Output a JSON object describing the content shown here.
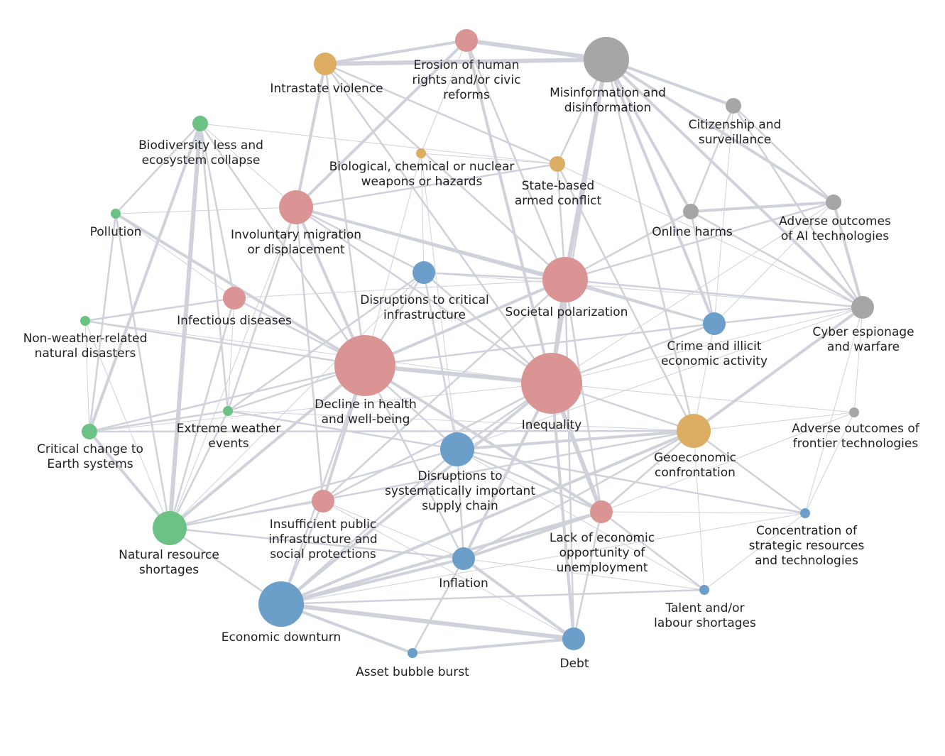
{
  "colors": {
    "societal": "#d99493",
    "geopolitical": "#dcad63",
    "technological": "#a6a6a6",
    "environmental": "#6cc284",
    "economic": "#6b9ec9",
    "edge": "#cfd1db"
  },
  "nodes": [
    {
      "id": "erosion",
      "lines": [
        "Erosion of human",
        "rights and/or civic",
        "reforms"
      ],
      "category": "societal",
      "size": 2
    },
    {
      "id": "intrastate",
      "lines": [
        "Intrastate violence"
      ],
      "category": "geopolitical",
      "size": 2
    },
    {
      "id": "misinfo",
      "lines": [
        "Misinformation and",
        "disinformation"
      ],
      "category": "technological",
      "size": 4
    },
    {
      "id": "citizenship",
      "lines": [
        "Citizenship and",
        "surveillance"
      ],
      "category": "technological",
      "size": 1
    },
    {
      "id": "biodiversity",
      "lines": [
        "Biodiversity less and",
        "ecosystem collapse"
      ],
      "category": "environmental",
      "size": 1
    },
    {
      "id": "bio_weapons",
      "lines": [
        "Biological, chemical or nuclear",
        "weapons or hazards"
      ],
      "category": "geopolitical",
      "size": 0
    },
    {
      "id": "state_conflict",
      "lines": [
        "State-based",
        "armed conflict"
      ],
      "category": "geopolitical",
      "size": 1
    },
    {
      "id": "pollution",
      "lines": [
        "Pollution"
      ],
      "category": "environmental",
      "size": 0
    },
    {
      "id": "migration",
      "lines": [
        "Involuntary migration",
        "or displacement"
      ],
      "category": "societal",
      "size": 3
    },
    {
      "id": "online_harms",
      "lines": [
        "Online harms"
      ],
      "category": "technological",
      "size": 1
    },
    {
      "id": "ai_outcomes",
      "lines": [
        "Adverse outcomes",
        "of AI technologies"
      ],
      "category": "technological",
      "size": 1
    },
    {
      "id": "infrastructure",
      "lines": [
        "Disruptions to critical",
        "infrastructure"
      ],
      "category": "economic",
      "size": 2
    },
    {
      "id": "polarization",
      "lines": [
        "Societal polarization"
      ],
      "category": "societal",
      "size": 4
    },
    {
      "id": "infectious",
      "lines": [
        "Infectious diseases"
      ],
      "category": "societal",
      "size": 2
    },
    {
      "id": "non_weather",
      "lines": [
        "Non-weather-related",
        "natural disasters"
      ],
      "category": "environmental",
      "size": 0
    },
    {
      "id": "crime",
      "lines": [
        "Crime and illicit",
        "economic activity"
      ],
      "category": "economic",
      "size": 2
    },
    {
      "id": "cyber",
      "lines": [
        "Cyber espionage",
        "and warfare"
      ],
      "category": "technological",
      "size": 2
    },
    {
      "id": "health",
      "lines": [
        "Decline in health",
        "and well-being"
      ],
      "category": "societal",
      "size": 5
    },
    {
      "id": "inequality",
      "lines": [
        "Inequality"
      ],
      "category": "societal",
      "size": 5
    },
    {
      "id": "extreme_weather",
      "lines": [
        "Extreme weather",
        "events"
      ],
      "category": "environmental",
      "size": 0
    },
    {
      "id": "earth_systems",
      "lines": [
        "Critical change to",
        "Earth systems"
      ],
      "category": "environmental",
      "size": 1
    },
    {
      "id": "geoeconomic",
      "lines": [
        "Geoeconomic",
        "confrontation"
      ],
      "category": "geopolitical",
      "size": 3
    },
    {
      "id": "frontier",
      "lines": [
        "Adverse outcomes of",
        "frontier technologies"
      ],
      "category": "technological",
      "size": 0
    },
    {
      "id": "supply_chain",
      "lines": [
        "Disruptions to",
        "systematically important",
        "supply chain"
      ],
      "category": "economic",
      "size": 3
    },
    {
      "id": "public_infra",
      "lines": [
        "Insufficient public",
        "infrastructure and",
        "social protections"
      ],
      "category": "societal",
      "size": 2
    },
    {
      "id": "economic_opp",
      "lines": [
        "Lack of economic",
        "opportunity of",
        "unemployment"
      ],
      "category": "societal",
      "size": 2
    },
    {
      "id": "natural_resource",
      "lines": [
        "Natural resource",
        "shortages"
      ],
      "category": "environmental",
      "size": 3
    },
    {
      "id": "concentration",
      "lines": [
        "Concentration of",
        "strategic resources",
        "and technologies"
      ],
      "category": "economic",
      "size": 0
    },
    {
      "id": "inflation",
      "lines": [
        "Inflation"
      ],
      "category": "economic",
      "size": 2
    },
    {
      "id": "talent",
      "lines": [
        "Talent and/or",
        "labour shortages"
      ],
      "category": "economic",
      "size": 0
    },
    {
      "id": "downturn",
      "lines": [
        "Economic downturn"
      ],
      "category": "economic",
      "size": 4
    },
    {
      "id": "asset_bubble",
      "lines": [
        "Asset bubble burst"
      ],
      "category": "economic",
      "size": 0
    },
    {
      "id": "debt",
      "lines": [
        "Debt"
      ],
      "category": "economic",
      "size": 2
    }
  ],
  "edges": [
    [
      "misinfo",
      "polarization",
      3
    ],
    [
      "misinfo",
      "erosion",
      3
    ],
    [
      "misinfo",
      "intrastate",
      3
    ],
    [
      "misinfo",
      "citizenship",
      2
    ],
    [
      "misinfo",
      "ai_outcomes",
      2
    ],
    [
      "misinfo",
      "cyber",
      2
    ],
    [
      "misinfo",
      "online_harms",
      2
    ],
    [
      "misinfo",
      "crime",
      2
    ],
    [
      "misinfo",
      "state_conflict",
      1
    ],
    [
      "misinfo",
      "geoeconomic",
      1
    ],
    [
      "misinfo",
      "inequality",
      1
    ],
    [
      "erosion",
      "intrastate",
      2
    ],
    [
      "erosion",
      "inequality",
      2
    ],
    [
      "erosion",
      "migration",
      2
    ],
    [
      "erosion",
      "polarization",
      1
    ],
    [
      "erosion",
      "bio_weapons",
      0
    ],
    [
      "intrastate",
      "migration",
      2
    ],
    [
      "intrastate",
      "state_conflict",
      1
    ],
    [
      "intrastate",
      "health",
      1
    ],
    [
      "intrastate",
      "polarization",
      1
    ],
    [
      "intrastate",
      "inequality",
      1
    ],
    [
      "citizenship",
      "ai_outcomes",
      1
    ],
    [
      "citizenship",
      "cyber",
      1
    ],
    [
      "citizenship",
      "online_harms",
      1
    ],
    [
      "citizenship",
      "crime",
      0
    ],
    [
      "biodiversity",
      "natural_resource",
      3
    ],
    [
      "biodiversity",
      "earth_systems",
      2
    ],
    [
      "biodiversity",
      "pollution",
      1
    ],
    [
      "biodiversity",
      "infectious",
      1
    ],
    [
      "biodiversity",
      "health",
      1
    ],
    [
      "biodiversity",
      "extreme_weather",
      1
    ],
    [
      "biodiversity",
      "state_conflict",
      0
    ],
    [
      "biodiversity",
      "migration",
      0
    ],
    [
      "bio_weapons",
      "state_conflict",
      0
    ],
    [
      "bio_weapons",
      "health",
      0
    ],
    [
      "bio_weapons",
      "infrastructure",
      0
    ],
    [
      "bio_weapons",
      "supply_chain",
      0
    ],
    [
      "state_conflict",
      "migration",
      1
    ],
    [
      "state_conflict",
      "polarization",
      1
    ],
    [
      "state_conflict",
      "geoeconomic",
      1
    ],
    [
      "state_conflict",
      "cyber",
      0
    ],
    [
      "pollution",
      "health",
      2
    ],
    [
      "pollution",
      "natural_resource",
      1
    ],
    [
      "pollution",
      "earth_systems",
      1
    ],
    [
      "pollution",
      "migration",
      0
    ],
    [
      "pollution",
      "infectious",
      0
    ],
    [
      "migration",
      "health",
      2
    ],
    [
      "migration",
      "polarization",
      2
    ],
    [
      "migration",
      "inequality",
      1
    ],
    [
      "migration",
      "infrastructure",
      1
    ],
    [
      "migration",
      "crime",
      1
    ],
    [
      "migration",
      "public_infra",
      1
    ],
    [
      "migration",
      "extreme_weather",
      1
    ],
    [
      "migration",
      "natural_resource",
      0
    ],
    [
      "online_harms",
      "ai_outcomes",
      2
    ],
    [
      "online_harms",
      "polarization",
      1
    ],
    [
      "online_harms",
      "crime",
      1
    ],
    [
      "online_harms",
      "cyber",
      1
    ],
    [
      "ai_outcomes",
      "cyber",
      2
    ],
    [
      "ai_outcomes",
      "polarization",
      1
    ],
    [
      "ai_outcomes",
      "crime",
      0
    ],
    [
      "ai_outcomes",
      "inequality",
      0
    ],
    [
      "infrastructure",
      "polarization",
      1
    ],
    [
      "infrastructure",
      "health",
      1
    ],
    [
      "infrastructure",
      "inequality",
      1
    ],
    [
      "infrastructure",
      "supply_chain",
      1
    ],
    [
      "infrastructure",
      "cyber",
      0
    ],
    [
      "infrastructure",
      "extreme_weather",
      0
    ],
    [
      "polarization",
      "inequality",
      3
    ],
    [
      "polarization",
      "health",
      2
    ],
    [
      "polarization",
      "crime",
      1
    ],
    [
      "polarization",
      "cyber",
      1
    ],
    [
      "polarization",
      "debt",
      1
    ],
    [
      "polarization",
      "economic_opp",
      1
    ],
    [
      "polarization",
      "public_infra",
      1
    ],
    [
      "infectious",
      "health",
      1
    ],
    [
      "infectious",
      "non_weather",
      1
    ],
    [
      "infectious",
      "natural_resource",
      1
    ],
    [
      "infectious",
      "extreme_weather",
      0
    ],
    [
      "infectious",
      "polarization",
      0
    ],
    [
      "non_weather",
      "health",
      1
    ],
    [
      "non_weather",
      "earth_systems",
      0
    ],
    [
      "non_weather",
      "natural_resource",
      0
    ],
    [
      "non_weather",
      "inequality",
      0
    ],
    [
      "crime",
      "cyber",
      1
    ],
    [
      "crime",
      "geoeconomic",
      0
    ],
    [
      "crime",
      "inequality",
      1
    ],
    [
      "crime",
      "health",
      1
    ],
    [
      "cyber",
      "geoeconomic",
      2
    ],
    [
      "cyber",
      "frontier",
      0
    ],
    [
      "cyber",
      "concentration",
      0
    ],
    [
      "cyber",
      "inequality",
      0
    ],
    [
      "cyber",
      "supply_chain",
      0
    ],
    [
      "health",
      "inequality",
      3
    ],
    [
      "health",
      "public_infra",
      2
    ],
    [
      "health",
      "economic_opp",
      2
    ],
    [
      "health",
      "natural_resource",
      2
    ],
    [
      "health",
      "supply_chain",
      1
    ],
    [
      "health",
      "earth_systems",
      1
    ],
    [
      "health",
      "extreme_weather",
      1
    ],
    [
      "health",
      "downturn",
      1
    ],
    [
      "health",
      "inflation",
      1
    ],
    [
      "inequality",
      "economic_opp",
      3
    ],
    [
      "inequality",
      "debt",
      2
    ],
    [
      "inequality",
      "inflation",
      2
    ],
    [
      "inequality",
      "downturn",
      2
    ],
    [
      "inequality",
      "supply_chain",
      1
    ],
    [
      "inequality",
      "geoeconomic",
      1
    ],
    [
      "inequality",
      "public_infra",
      1
    ],
    [
      "inequality",
      "frontier",
      0
    ],
    [
      "extreme_weather",
      "earth_systems",
      1
    ],
    [
      "extreme_weather",
      "natural_resource",
      1
    ],
    [
      "extreme_weather",
      "supply_chain",
      1
    ],
    [
      "extreme_weather",
      "infrastructure",
      1
    ],
    [
      "extreme_weather",
      "geoeconomic",
      0
    ],
    [
      "earth_systems",
      "natural_resource",
      2
    ],
    [
      "earth_systems",
      "geoeconomic",
      1
    ],
    [
      "earth_systems",
      "inequality",
      0
    ],
    [
      "geoeconomic",
      "supply_chain",
      2
    ],
    [
      "geoeconomic",
      "downturn",
      2
    ],
    [
      "geoeconomic",
      "concentration",
      1
    ],
    [
      "geoeconomic",
      "economic_opp",
      1
    ],
    [
      "geoeconomic",
      "inflation",
      1
    ],
    [
      "geoeconomic",
      "talent",
      0
    ],
    [
      "geoeconomic",
      "frontier",
      0
    ],
    [
      "frontier",
      "concentration",
      0
    ],
    [
      "frontier",
      "economic_opp",
      0
    ],
    [
      "supply_chain",
      "inflation",
      1
    ],
    [
      "supply_chain",
      "downturn",
      1
    ],
    [
      "supply_chain",
      "concentration",
      1
    ],
    [
      "supply_chain",
      "natural_resource",
      1
    ],
    [
      "supply_chain",
      "economic_opp",
      1
    ],
    [
      "supply_chain",
      "talent",
      0
    ],
    [
      "public_infra",
      "downturn",
      1
    ],
    [
      "public_infra",
      "natural_resource",
      0
    ],
    [
      "public_infra",
      "debt",
      0
    ],
    [
      "public_infra",
      "inflation",
      0
    ],
    [
      "economic_opp",
      "downturn",
      2
    ],
    [
      "economic_opp",
      "inflation",
      2
    ],
    [
      "economic_opp",
      "debt",
      1
    ],
    [
      "economic_opp",
      "talent",
      1
    ],
    [
      "economic_opp",
      "concentration",
      0
    ],
    [
      "natural_resource",
      "downturn",
      1
    ],
    [
      "natural_resource",
      "inflation",
      1
    ],
    [
      "natural_resource",
      "geoeconomic",
      1
    ],
    [
      "natural_resource",
      "infrastructure",
      0
    ],
    [
      "inflation",
      "downturn",
      2
    ],
    [
      "inflation",
      "debt",
      2
    ],
    [
      "inflation",
      "asset_bubble",
      1
    ],
    [
      "inflation",
      "talent",
      0
    ],
    [
      "downturn",
      "debt",
      3
    ],
    [
      "downturn",
      "asset_bubble",
      2
    ],
    [
      "downturn",
      "talent",
      1
    ],
    [
      "asset_bubble",
      "debt",
      2
    ],
    [
      "talent",
      "concentration",
      0
    ],
    [
      "concentration",
      "downturn",
      0
    ]
  ]
}
